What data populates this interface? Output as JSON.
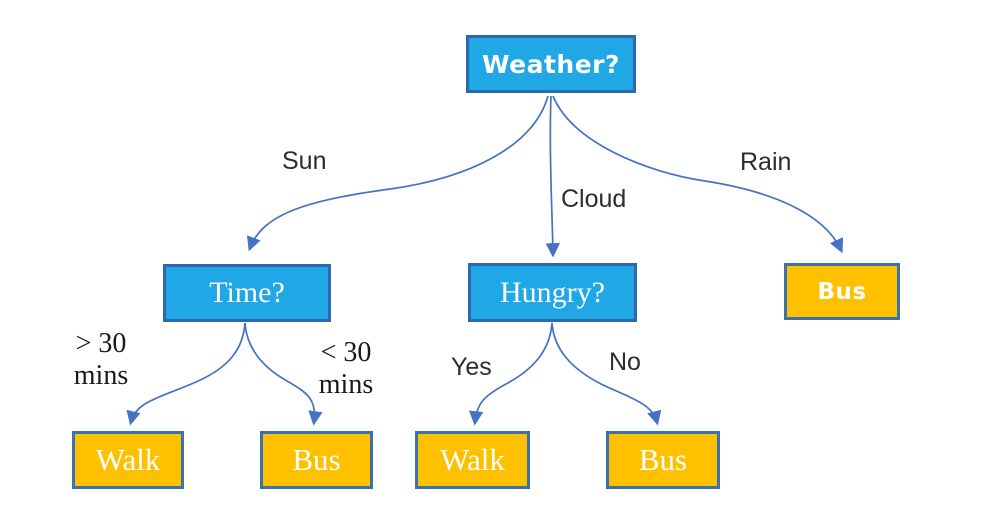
{
  "diagram": {
    "type": "decision-tree",
    "background": "#ffffff",
    "colors": {
      "decision_fill": "#1FA7E6",
      "decision_border": "#2E69AE",
      "leaf_fill": "#FFC000",
      "leaf_border": "#3A72AE",
      "edge_stroke": "#4472C4",
      "node_text": "#ffffff",
      "label_text": "#2d2d2d"
    },
    "nodes": [
      {
        "id": "weather",
        "label": "Weather?",
        "type": "decision"
      },
      {
        "id": "time",
        "label": "Time?",
        "type": "decision"
      },
      {
        "id": "hungry",
        "label": "Hungry?",
        "type": "decision"
      },
      {
        "id": "bus-rain",
        "label": "Bus",
        "type": "leaf"
      },
      {
        "id": "walk-gt30",
        "label": "Walk",
        "type": "leaf"
      },
      {
        "id": "bus-lt30",
        "label": "Bus",
        "type": "leaf"
      },
      {
        "id": "walk-yes",
        "label": "Walk",
        "type": "leaf"
      },
      {
        "id": "bus-no",
        "label": "Bus",
        "type": "leaf"
      }
    ],
    "edges": [
      {
        "from": "weather",
        "to": "time",
        "label": "Sun"
      },
      {
        "from": "weather",
        "to": "hungry",
        "label": "Cloud"
      },
      {
        "from": "weather",
        "to": "bus-rain",
        "label": "Rain"
      },
      {
        "from": "time",
        "to": "walk-gt30",
        "label": "> 30 mins"
      },
      {
        "from": "time",
        "to": "bus-lt30",
        "label": "< 30 mins"
      },
      {
        "from": "hungry",
        "to": "walk-yes",
        "label": "Yes"
      },
      {
        "from": "hungry",
        "to": "bus-no",
        "label": "No"
      }
    ]
  }
}
